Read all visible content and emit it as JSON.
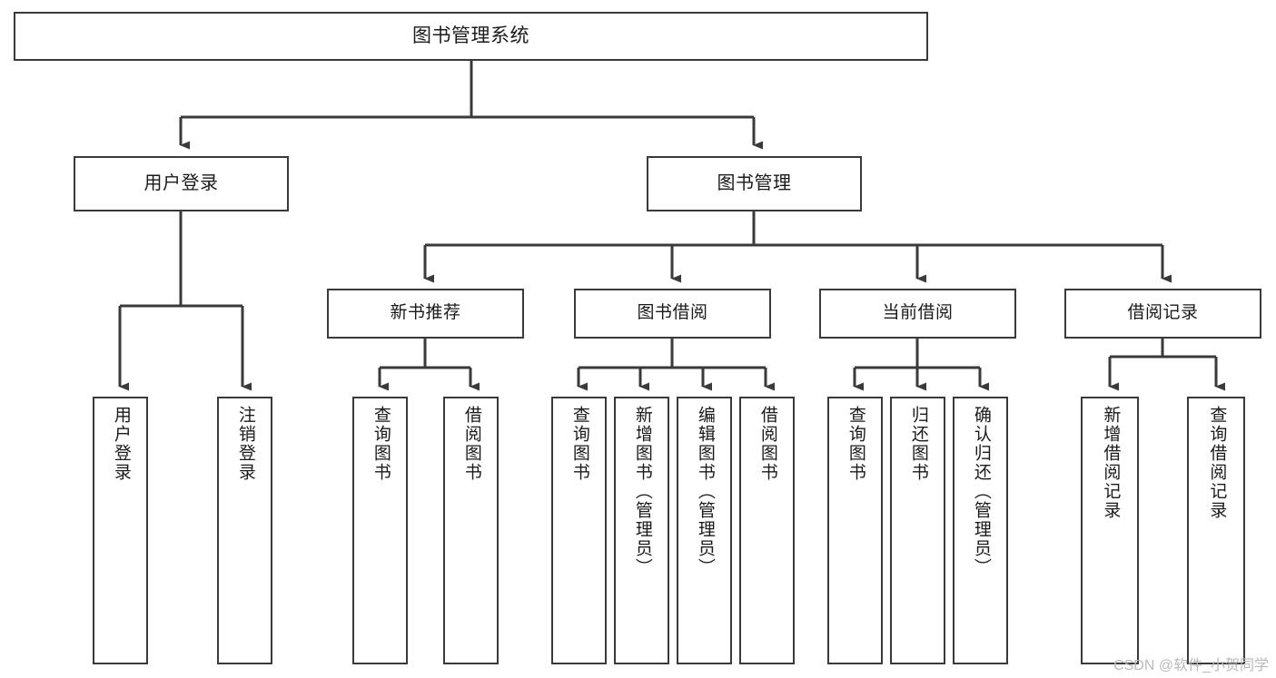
{
  "diagram": {
    "title": "图书管理系统",
    "type": "tree-hierarchy-chart",
    "watermark": "CSDN @软件_小贺同学",
    "colors": {
      "box_border": "#3a3a3a",
      "box_fill": "#ffffff",
      "connector": "#3a3a3a",
      "text": "#1a1a1a",
      "watermark": "#b9b9b9",
      "background": "#ffffff"
    }
  },
  "root": {
    "label": "图书管理系统"
  },
  "level1": [
    {
      "label": "用户登录"
    },
    {
      "label": "图书管理"
    }
  ],
  "level2": [
    {
      "label": "新书推荐"
    },
    {
      "label": "图书借阅"
    },
    {
      "label": "当前借阅"
    },
    {
      "label": "借阅记录"
    }
  ],
  "leaves": {
    "user_login": [
      {
        "label": "用户登录"
      },
      {
        "label": "注销登录"
      }
    ],
    "new_book_recommend": [
      {
        "label": "查询图书"
      },
      {
        "label": "借阅图书"
      }
    ],
    "book_borrow": [
      {
        "label": "查询图书"
      },
      {
        "label": "新增图书（管理员）"
      },
      {
        "label": "编辑图书（管理员）"
      },
      {
        "label": "借阅图书"
      }
    ],
    "current_borrow": [
      {
        "label": "查询图书"
      },
      {
        "label": "归还图书"
      },
      {
        "label": "确认归还（管理员）"
      }
    ],
    "borrow_record": [
      {
        "label": "新增借阅记录"
      },
      {
        "label": "查询借阅记录"
      }
    ]
  }
}
